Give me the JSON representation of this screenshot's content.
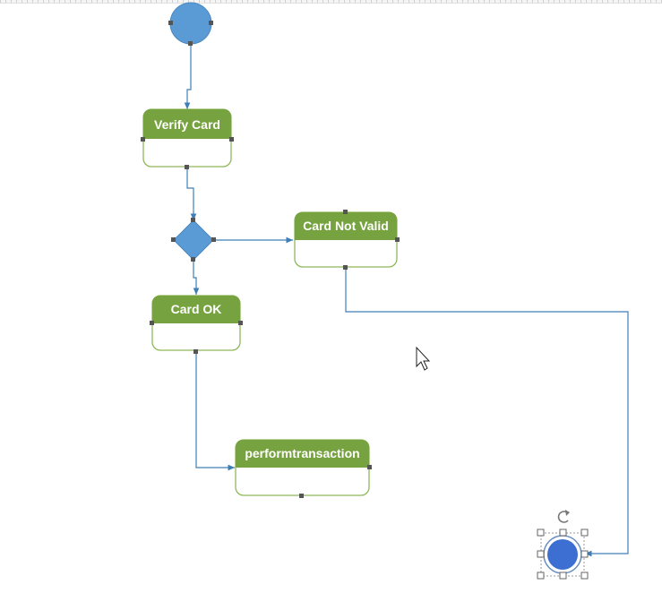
{
  "diagram": {
    "type": "uml-activity",
    "states": [
      {
        "id": "verify",
        "label": "Verify Card"
      },
      {
        "id": "notvalid",
        "label": "Card Not Valid"
      },
      {
        "id": "ok",
        "label": "Card OK"
      },
      {
        "id": "perform",
        "label": "performtransaction"
      }
    ],
    "nodes": [
      {
        "id": "start",
        "kind": "initial-node"
      },
      {
        "id": "decision",
        "kind": "decision-node"
      },
      {
        "id": "end",
        "kind": "final-node",
        "selected": true
      }
    ],
    "edges": [
      {
        "from": "start",
        "to": "verify"
      },
      {
        "from": "verify",
        "to": "decision"
      },
      {
        "from": "decision",
        "to": "notvalid"
      },
      {
        "from": "decision",
        "to": "ok"
      },
      {
        "from": "ok",
        "to": "perform"
      },
      {
        "from": "notvalid",
        "to": "end"
      }
    ],
    "colors": {
      "state_header": "#76a23f",
      "state_border": "#8fb85a",
      "node_fill": "#5b9bd5",
      "connector": "#3f7fb8",
      "handle": "#555555"
    },
    "icons": {
      "cursor": "mouse-pointer-icon",
      "rotate": "rotate-handle-icon"
    }
  }
}
